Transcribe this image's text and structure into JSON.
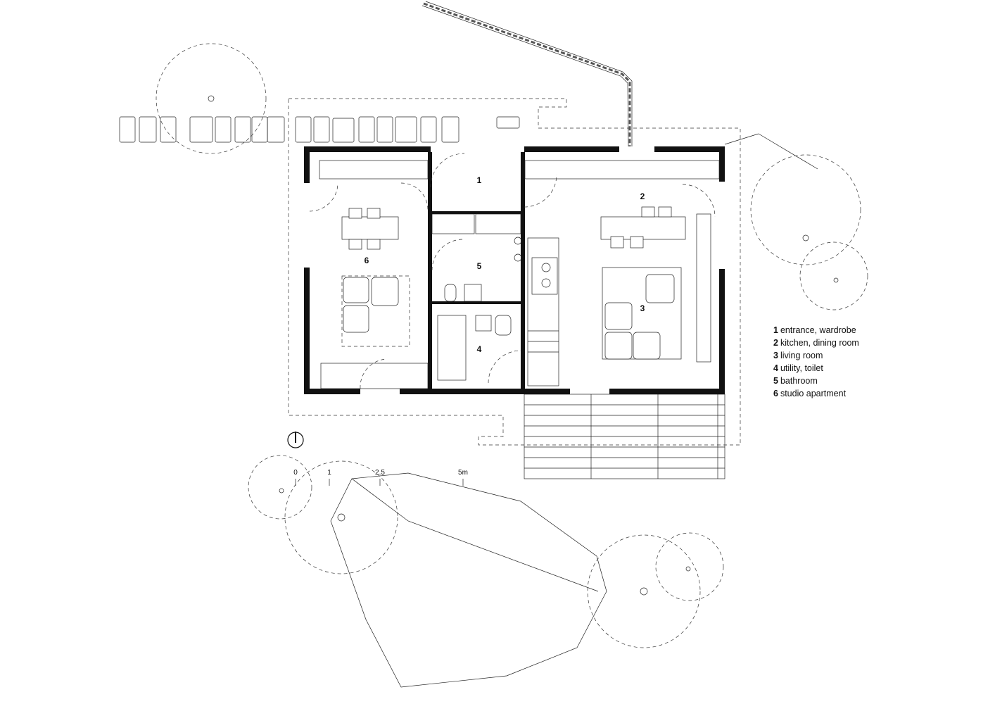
{
  "rooms": [
    {
      "number": "1",
      "label": "entrance, wardrobe"
    },
    {
      "number": "2",
      "label": "kitchen, dining room"
    },
    {
      "number": "3",
      "label": "living room"
    },
    {
      "number": "4",
      "label": "utility, toilet"
    },
    {
      "number": "5",
      "label": "bathroom"
    },
    {
      "number": "6",
      "label": "studio apartment"
    }
  ],
  "scale_bar": {
    "ticks": [
      "0",
      "1",
      "2.5",
      "5m"
    ]
  },
  "icons": {
    "north_arrow": "north-arrow-icon"
  }
}
